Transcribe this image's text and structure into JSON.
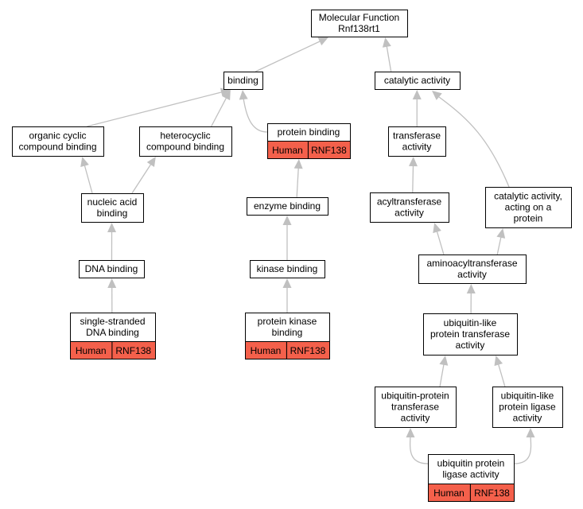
{
  "colors": {
    "annotation_fill": "#f4604b",
    "edge": "#c0c0c0",
    "node_border": "#000000"
  },
  "nodes": [
    {
      "id": "mf",
      "lines": [
        "Molecular Function",
        "Rnf138rt1"
      ]
    },
    {
      "id": "binding",
      "lines": [
        "binding"
      ]
    },
    {
      "id": "catalytic",
      "lines": [
        "catalytic activity"
      ]
    },
    {
      "id": "organic",
      "lines": [
        "organic cyclic",
        "compound binding"
      ]
    },
    {
      "id": "heterocyclic",
      "lines": [
        "heterocyclic",
        "compound binding"
      ]
    },
    {
      "id": "protein_binding",
      "lines": [
        "protein binding"
      ],
      "tags": [
        "Human",
        "RNF138"
      ]
    },
    {
      "id": "transferase",
      "lines": [
        "transferase",
        "activity"
      ]
    },
    {
      "id": "nucleic",
      "lines": [
        "nucleic acid",
        "binding"
      ]
    },
    {
      "id": "enzyme",
      "lines": [
        "enzyme binding"
      ]
    },
    {
      "id": "acyltransferase",
      "lines": [
        "acyltransferase",
        "activity"
      ]
    },
    {
      "id": "cat_protein",
      "lines": [
        "catalytic activity,",
        "acting on a",
        "protein"
      ]
    },
    {
      "id": "dna",
      "lines": [
        "DNA binding"
      ]
    },
    {
      "id": "kinase",
      "lines": [
        "kinase binding"
      ]
    },
    {
      "id": "aminoacyl",
      "lines": [
        "aminoacyltransferase",
        "activity"
      ]
    },
    {
      "id": "ssdna",
      "lines": [
        "single-stranded",
        "DNA binding"
      ],
      "tags": [
        "Human",
        "RNF138"
      ]
    },
    {
      "id": "pkb",
      "lines": [
        "protein kinase",
        "binding"
      ],
      "tags": [
        "Human",
        "RNF138"
      ]
    },
    {
      "id": "ubl_transferase",
      "lines": [
        "ubiquitin-like",
        "protein transferase",
        "activity"
      ]
    },
    {
      "id": "ub_transferase",
      "lines": [
        "ubiquitin-protein",
        "transferase",
        "activity"
      ]
    },
    {
      "id": "ubl_ligase",
      "lines": [
        "ubiquitin-like",
        "protein ligase",
        "activity"
      ]
    },
    {
      "id": "ub_ligase",
      "lines": [
        "ubiquitin protein",
        "ligase activity"
      ],
      "tags": [
        "Human",
        "RNF138"
      ]
    }
  ],
  "edges": [
    [
      "binding",
      "mf"
    ],
    [
      "catalytic",
      "mf"
    ],
    [
      "organic",
      "binding"
    ],
    [
      "heterocyclic",
      "binding"
    ],
    [
      "protein_binding",
      "binding"
    ],
    [
      "transferase",
      "catalytic"
    ],
    [
      "cat_protein",
      "catalytic"
    ],
    [
      "nucleic",
      "organic"
    ],
    [
      "nucleic",
      "heterocyclic"
    ],
    [
      "enzyme",
      "protein_binding"
    ],
    [
      "acyltransferase",
      "transferase"
    ],
    [
      "dna",
      "nucleic"
    ],
    [
      "kinase",
      "enzyme"
    ],
    [
      "aminoacyl",
      "acyltransferase"
    ],
    [
      "aminoacyl",
      "cat_protein"
    ],
    [
      "ssdna",
      "dna"
    ],
    [
      "pkb",
      "kinase"
    ],
    [
      "ubl_transferase",
      "aminoacyl"
    ],
    [
      "ub_transferase",
      "ubl_transferase"
    ],
    [
      "ubl_ligase",
      "ubl_transferase"
    ],
    [
      "ub_ligase",
      "ub_transferase"
    ],
    [
      "ub_ligase",
      "ubl_ligase"
    ]
  ]
}
